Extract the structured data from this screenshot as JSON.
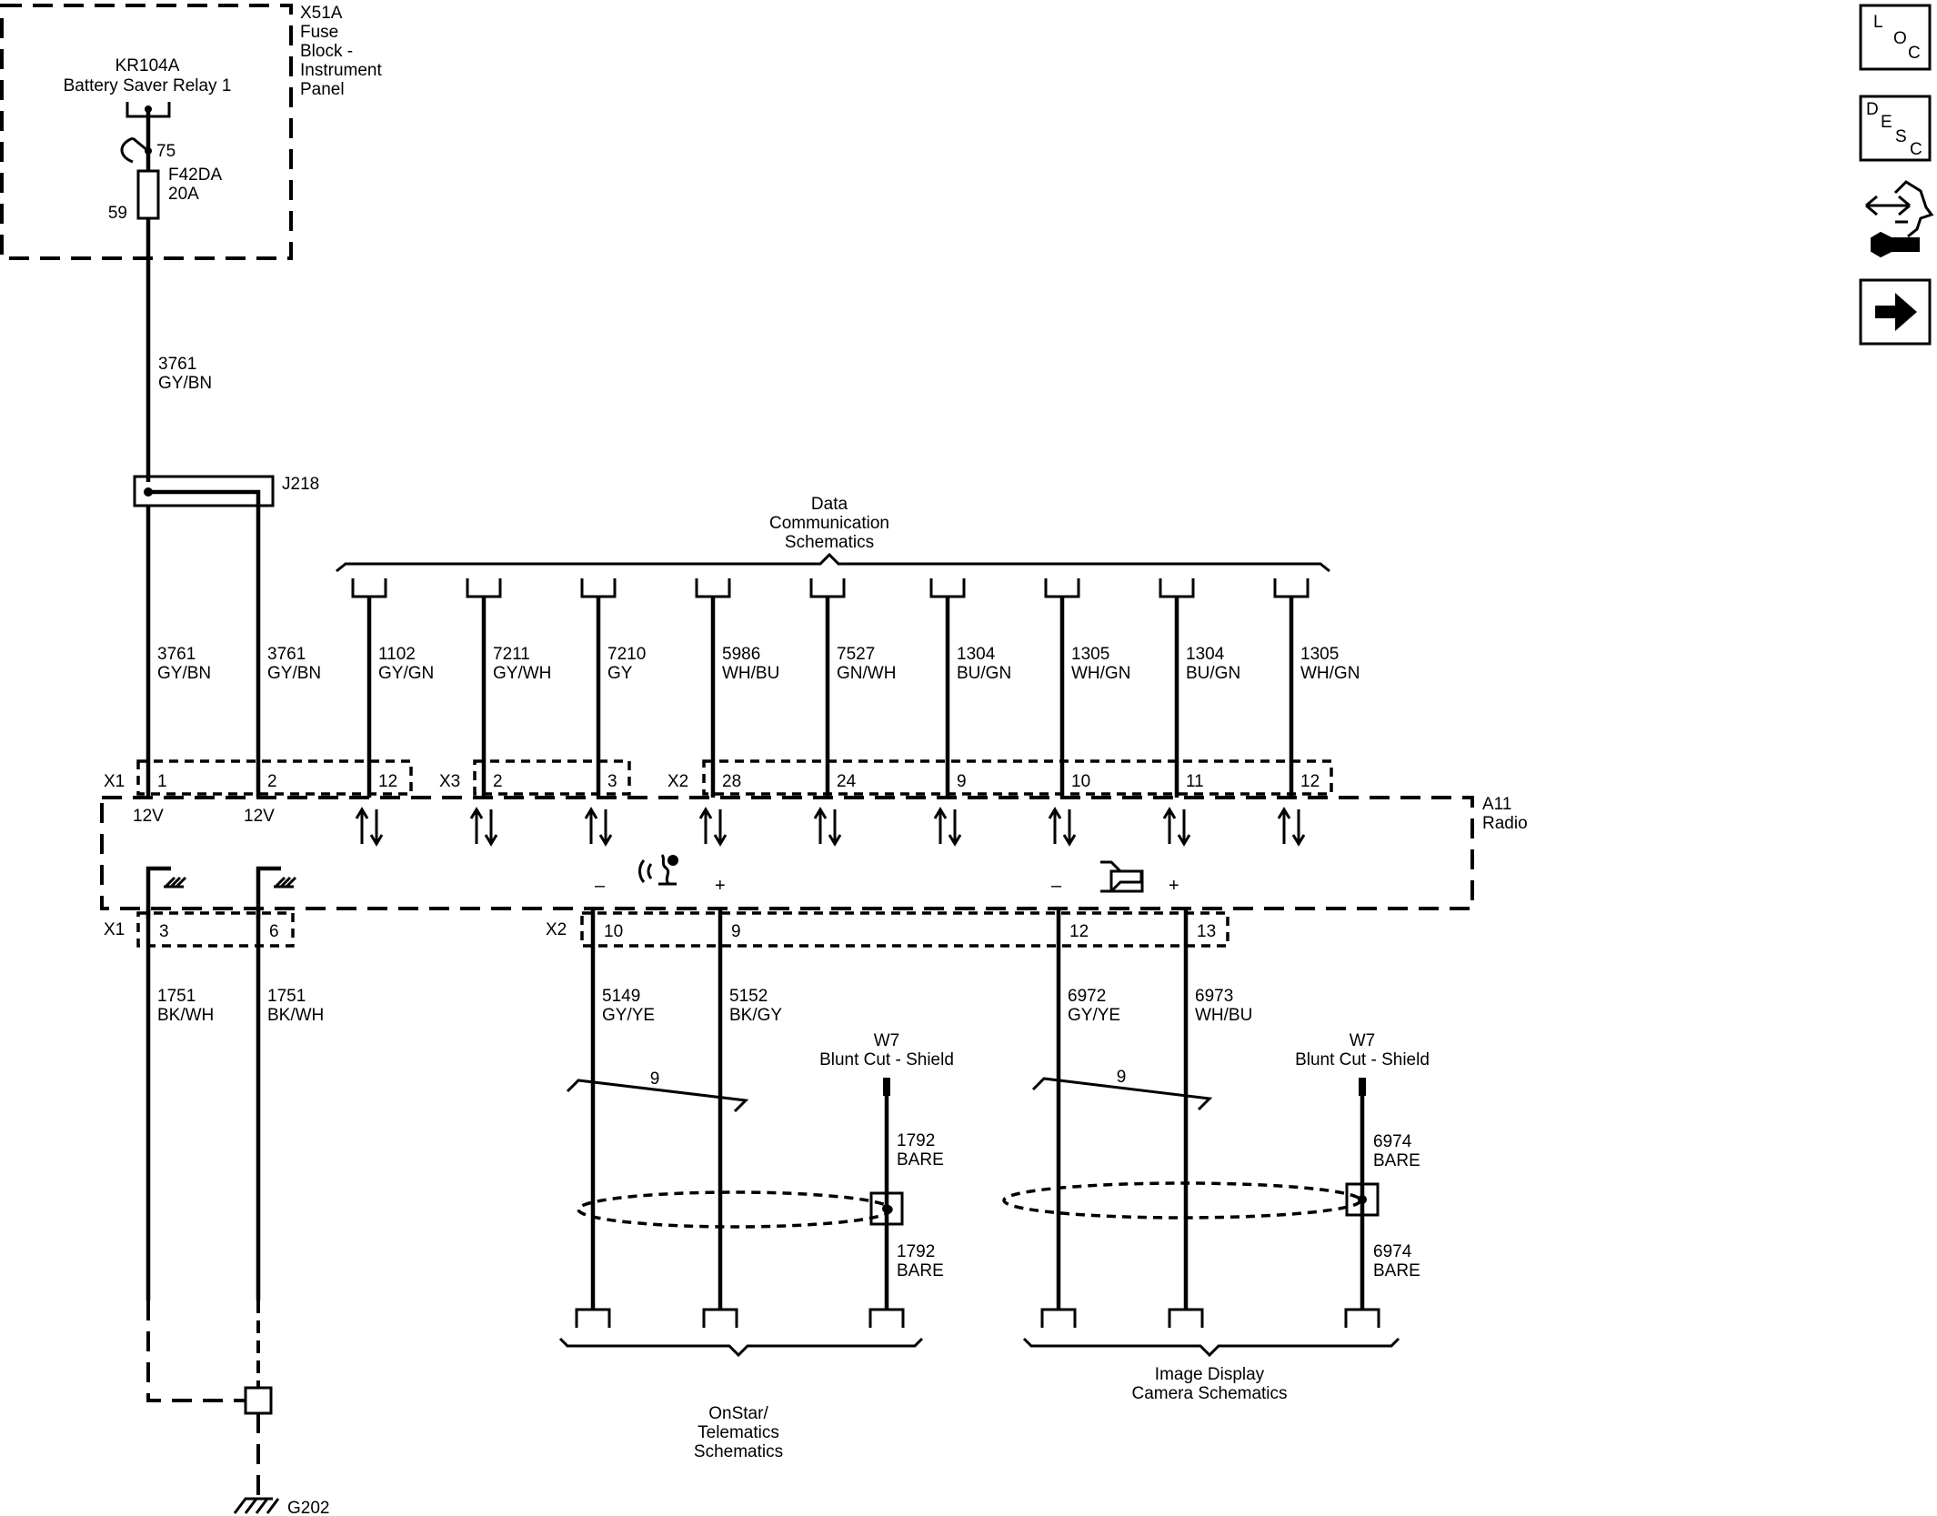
{
  "fuse_block": {
    "connector": "X51A",
    "name_lines": [
      "Fuse",
      "Block -",
      "Instrument",
      "Panel"
    ],
    "relay_id": "KR104A",
    "relay_name": "Battery Saver Relay 1",
    "fuse_id": "F42DA",
    "fuse_rating": "20A",
    "pin_top": "75",
    "pin_bottom": "59"
  },
  "feed_wire": {
    "circuit": "3761",
    "color": "GY/BN"
  },
  "splice": {
    "id": "J218"
  },
  "data_comm": {
    "lines": [
      "Data",
      "Communication",
      "Schematics"
    ]
  },
  "upper_wires": [
    {
      "name": "x1-1",
      "circuit": "3761",
      "color": "GY/BN",
      "pin": "1",
      "voltage": "12V"
    },
    {
      "name": "x1-2",
      "circuit": "3761",
      "color": "GY/BN",
      "pin": "2",
      "voltage": "12V"
    },
    {
      "name": "x1-12",
      "circuit": "1102",
      "color": "GY/GN",
      "pin": "12"
    },
    {
      "name": "x3-2",
      "circuit": "7211",
      "color": "GY/WH",
      "pin": "2"
    },
    {
      "name": "x3-3",
      "circuit": "7210",
      "color": "GY",
      "pin": "3"
    },
    {
      "name": "x2-28",
      "circuit": "5986",
      "color": "WH/BU",
      "pin": "28"
    },
    {
      "name": "x2-24",
      "circuit": "7527",
      "color": "GN/WH",
      "pin": "24"
    },
    {
      "name": "x2-9",
      "circuit": "1304",
      "color": "BU/GN",
      "pin": "9"
    },
    {
      "name": "x2-10",
      "circuit": "1305",
      "color": "WH/GN",
      "pin": "10"
    },
    {
      "name": "x2-11",
      "circuit": "1304",
      "color": "BU/GN",
      "pin": "11"
    },
    {
      "name": "x2-12",
      "circuit": "1305",
      "color": "WH/GN",
      "pin": "12"
    }
  ],
  "upper_connectors": {
    "x1": "X1",
    "x3": "X3",
    "x2": "X2"
  },
  "module": {
    "id": "A11",
    "name": "Radio",
    "minus": "–",
    "plus": "+"
  },
  "lower_connectors": {
    "x1": "X1",
    "x2": "X2"
  },
  "lower_wires": [
    {
      "name": "x1-3",
      "circuit": "1751",
      "color": "BK/WH",
      "pin": "3"
    },
    {
      "name": "x1-6",
      "circuit": "1751",
      "color": "BK/WH",
      "pin": "6"
    },
    {
      "name": "x2-10",
      "circuit": "5149",
      "color": "GY/YE",
      "pin": "10"
    },
    {
      "name": "x2-9",
      "circuit": "5152",
      "color": "BK/GY",
      "pin": "9"
    },
    {
      "name": "x2-12",
      "circuit": "6972",
      "color": "GY/YE",
      "pin": "12"
    },
    {
      "name": "x2-13",
      "circuit": "6973",
      "color": "WH/BU",
      "pin": "13"
    }
  ],
  "twist": {
    "count": "9"
  },
  "shields": [
    {
      "name": "onstar",
      "id": "W7",
      "label": "Blunt Cut - Shield",
      "circuit": "1792",
      "color": "BARE"
    },
    {
      "name": "camera",
      "id": "W7",
      "label": "Blunt Cut - Shield",
      "circuit": "6974",
      "color": "BARE"
    }
  ],
  "destinations": {
    "onstar": [
      "OnStar/",
      "Telematics",
      "Schematics"
    ],
    "camera": [
      "Image Display",
      "Camera Schematics"
    ]
  },
  "ground": {
    "id": "G202"
  },
  "nav_icons": {
    "loc": [
      "L",
      "O",
      "C"
    ],
    "desc": [
      "D",
      "E",
      "S",
      "C"
    ]
  }
}
